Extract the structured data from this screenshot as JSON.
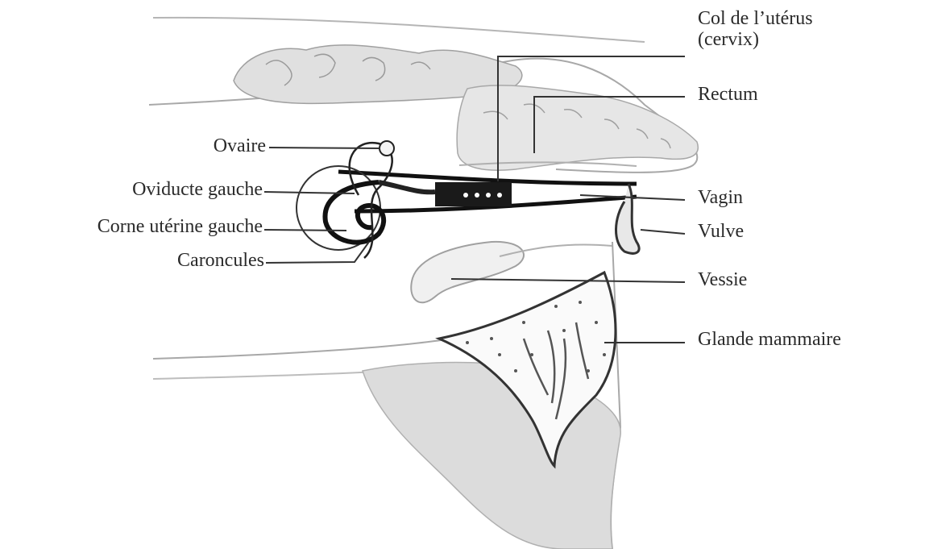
{
  "labels": {
    "col_uterus_line1": "Col de l’utérus",
    "col_uterus_line2": "(cervix)",
    "rectum": "Rectum",
    "vagin": "Vagin",
    "vulve": "Vulve",
    "vessie": "Vessie",
    "glande_mammaire": "Glande mammaire",
    "ovaire": "Ovaire",
    "oviducte_gauche": "Oviducte gauche",
    "corne_uterine_gauche": "Corne utérine gauche",
    "caroncules": "Caroncules"
  },
  "colors": {
    "tissue_fill": "#e4e4e4",
    "outline": "#9a9a9a",
    "dark_structure": "#111111",
    "leader_line": "#333333"
  }
}
